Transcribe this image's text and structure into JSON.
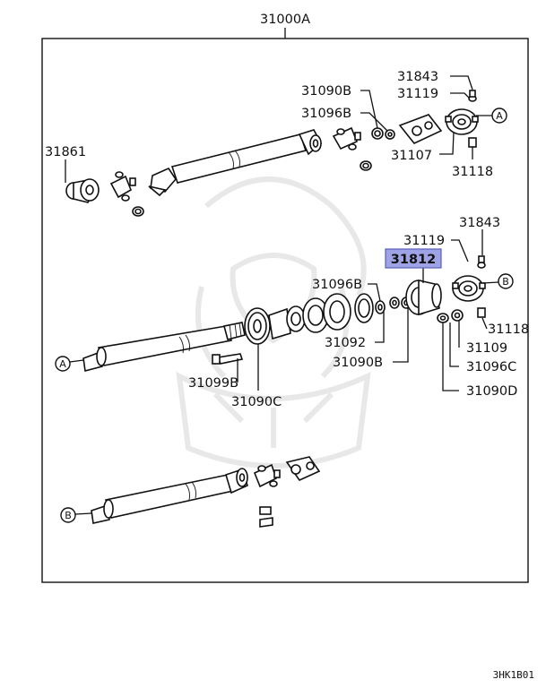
{
  "diagram": {
    "assembly_label": "31000A",
    "highlighted_part": "31812",
    "footer_code": "3HK1B01",
    "callouts": {
      "a1": "A",
      "a2": "A",
      "b1": "B",
      "b2": "B"
    },
    "labels": {
      "p31843_top": "31843",
      "p31119_top": "31119",
      "p31090b_top": "31090B",
      "p31096b_top": "31096B",
      "p31861": "31861",
      "p31107": "31107",
      "p31118_top": "31118",
      "p31843_mid": "31843",
      "p31119_mid": "31119",
      "p31812": "31812",
      "p31096b_mid": "31096B",
      "p31118_mid": "31118",
      "p31109": "31109",
      "p31096c": "31096C",
      "p31090d": "31090D",
      "p31092": "31092",
      "p31090b_mid": "31090B",
      "p31099b": "31099B",
      "p31090c": "31090C"
    }
  }
}
